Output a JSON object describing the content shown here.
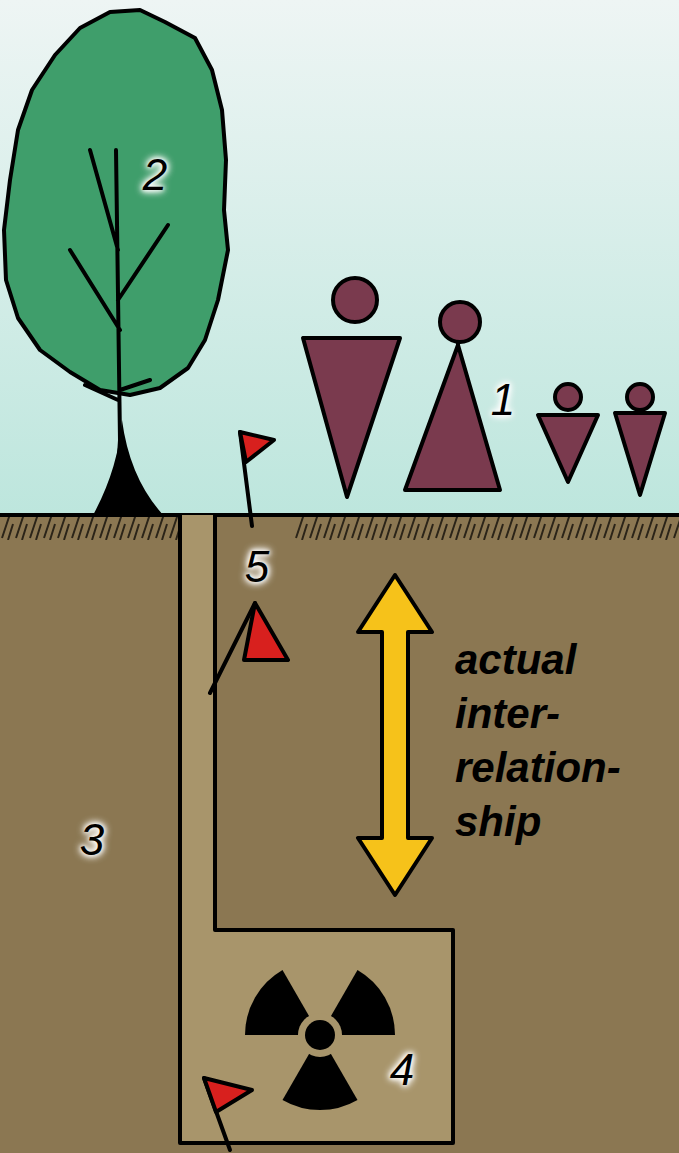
{
  "diagram": {
    "labels": [
      "2",
      "1",
      "5",
      "actual inter- relation- ship",
      "3",
      "4"
    ]
  }
}
